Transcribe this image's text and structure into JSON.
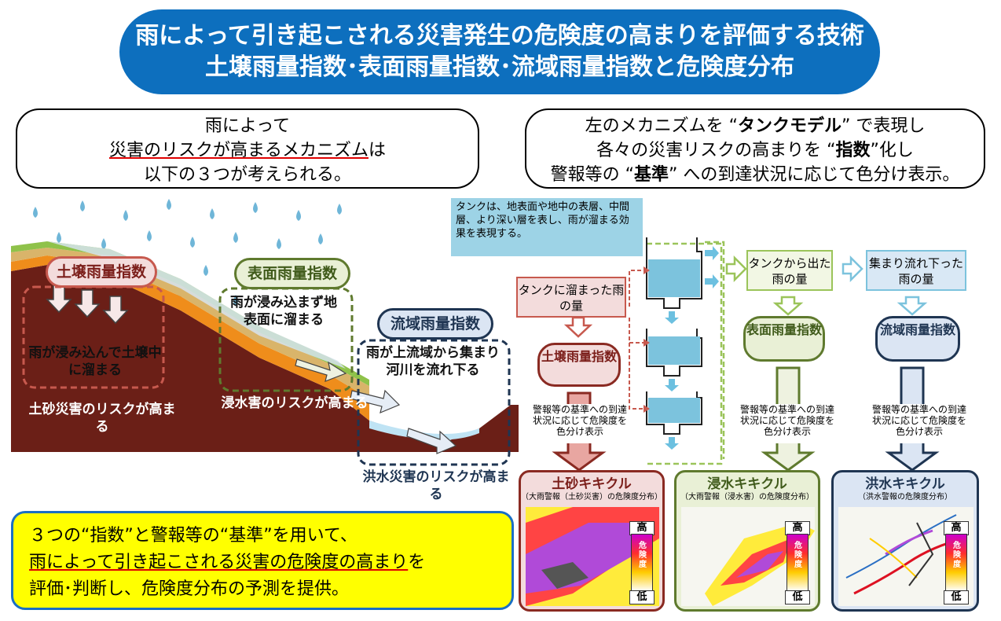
{
  "title": {
    "line1": "雨によって引き起こされる災害発生の危険度の高まりを評価する技術",
    "line2": "土壌雨量指数･表面雨量指数･流域雨量指数と危険度分布"
  },
  "lead_left": {
    "line1": "雨によって",
    "line2_underlined": "災害のリスクが高まるメカニズム",
    "line2_rest": "は",
    "line3": "以下の３つが考えられる。"
  },
  "lead_right": {
    "l1a": "左のメカニズムを “",
    "l1b": "タンクモデル",
    "l1c": "” で表現し",
    "l2a": "各々の災害リスクの高まりを “",
    "l2b": "指数",
    "l2c": "”化し",
    "l3a": "警報等の “",
    "l3b": "基準",
    "l3c": "” への到達状況に応じて色分け表示。"
  },
  "mechanism": {
    "soil_label": "土壌雨量指数",
    "surface_label": "表面雨量指数",
    "basin_label": "流域雨量指数",
    "soil_note": "雨が浸み込んで土壌中に溜まる",
    "surface_note": "雨が浸み込まず地表面に溜まる",
    "basin_note": "雨が上流域から集まり河川を流れ下る",
    "soil_risk": "土砂災害のリスクが高まる",
    "surface_risk": "浸水害のリスクが高まる",
    "basin_risk": "洪水災害のリスクが高まる"
  },
  "summary": {
    "line1": "３つの“指数”と警報等の“基準”を用いて、",
    "line2_underlined": "雨によって引き起こされる災害の危険度の高まり",
    "line2_rest": "を",
    "line3": "評価･判断し、危険度分布の予測を提供。"
  },
  "tank": {
    "note": "タンクは、地表面や地中の表層、中間層、より深い層を表し、雨が溜まる効果を表現する。",
    "stored": "タンクに溜まった雨の量",
    "out": "タンクから出た雨の量",
    "gathered": "集まり流れ下った雨の量",
    "soil_index": "土壌雨量指数",
    "surface_index": "表面雨量指数",
    "basin_index": "流域雨量指数",
    "warn": "警報等の基準への到達状況に応じて危険度を色分け表示"
  },
  "panels": [
    {
      "title": "土砂キキクル",
      "sub": "（大雨警報（土砂災害）の危険度分布）"
    },
    {
      "title": "浸水キキクル",
      "sub": "（大雨警報（浸水害）の危険度分布）"
    },
    {
      "title": "洪水キキクル",
      "sub": "（洪水警報の危険度分布）"
    }
  ],
  "scale": {
    "high": "高",
    "mid": "危険度",
    "low": "低"
  },
  "colors": {
    "title_bg": "#0d6fbe",
    "soil": "#c7594e",
    "surface": "#5f7a2e",
    "basin": "#1f3552",
    "summary_bg": "#ffff00"
  }
}
